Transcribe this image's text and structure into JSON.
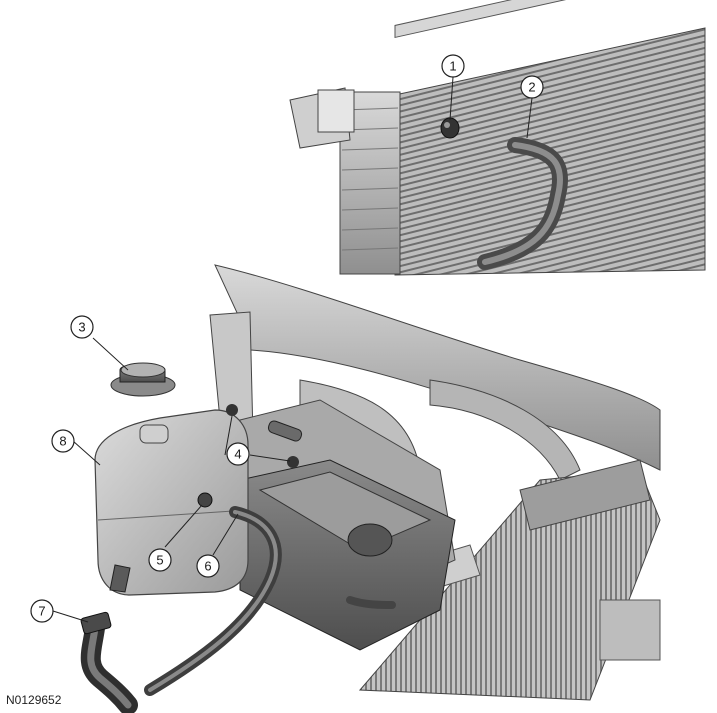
{
  "callouts": [
    {
      "label": "1"
    },
    {
      "label": "2"
    },
    {
      "label": "3"
    },
    {
      "label": "4"
    },
    {
      "label": "5"
    },
    {
      "label": "6"
    },
    {
      "label": "7"
    },
    {
      "label": "8"
    }
  ],
  "reference_code": "N0129652"
}
